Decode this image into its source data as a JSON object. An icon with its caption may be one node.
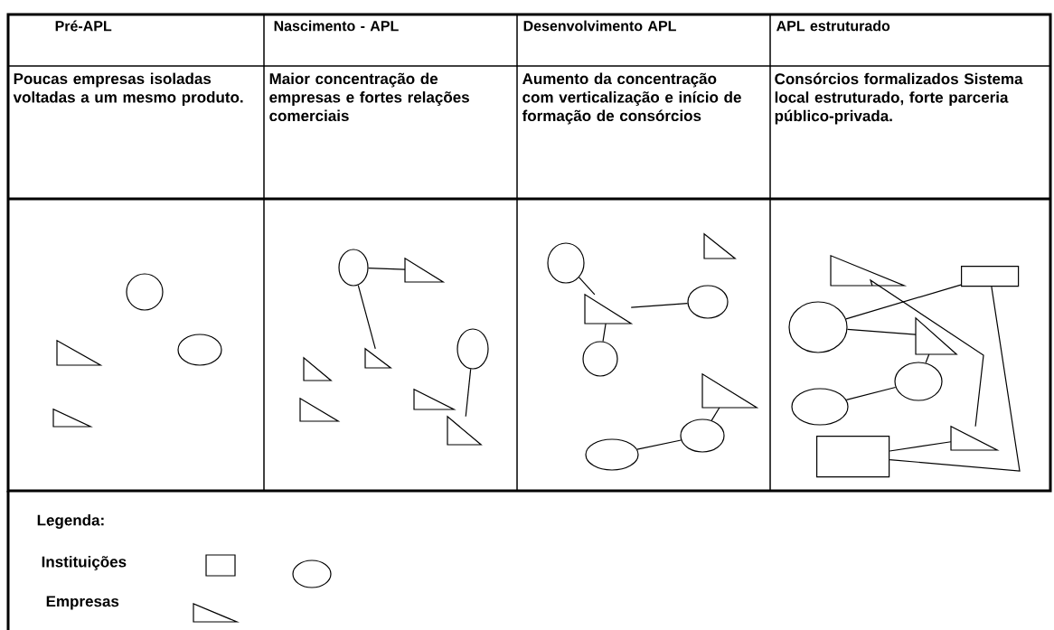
{
  "diagram": {
    "nodes": [
      {
        "text": [
          "Pré-APL"
        ]
      },
      {
        "text": [
          "Nascimento - APL"
        ]
      },
      {
        "text": [
          "Desenvolvimento APL"
        ]
      },
      {
        "text": [
          "APL estruturado"
        ]
      },
      {
        "text": [
          "Poucas empresas isoladas voltadas a um mesmo produto."
        ]
      },
      {
        "text": [
          "Maior concentração de empresas e fortes relações comerciais"
        ]
      },
      {
        "text": [
          "Aumento da concentração com verticalização e início de formação de consórcios"
        ]
      },
      {
        "text": [
          "Consórcios formalizados Sistema local estruturado, forte parceria público-privada."
        ]
      },
      {
        "text": [],
        "shape": "circle"
      },
      {
        "text": [],
        "shape": "circle"
      },
      {
        "text": [],
        "shape": "triangle"
      },
      {
        "text": [],
        "shape": "triangle"
      },
      {
        "text": [],
        "shape": "circle"
      },
      {
        "text": [],
        "shape": "triangle"
      },
      {
        "text": [],
        "shape": "circle"
      },
      {
        "text": [],
        "shape": "triangle"
      },
      {
        "text": [],
        "shape": "triangle"
      },
      {
        "text": [],
        "shape": "triangle"
      },
      {
        "text": [],
        "shape": "triangle"
      },
      {
        "text": [],
        "shape": "triangle"
      },
      {
        "text": [],
        "shape": "triangle"
      },
      {
        "text": [],
        "shape": "circle"
      },
      {
        "text": [],
        "shape": "circle"
      },
      {
        "text": [],
        "shape": "triangle"
      },
      {
        "text": [],
        "shape": "circle"
      },
      {
        "text": [],
        "shape": "triangle"
      },
      {
        "text": [],
        "shape": "circle"
      },
      {
        "text": [],
        "shape": "circle"
      },
      {
        "text": [],
        "shape": "triangle"
      },
      {
        "text": [],
        "shape": "box"
      },
      {
        "text": [],
        "shape": "circle"
      },
      {
        "text": [],
        "shape": "triangle"
      },
      {
        "text": [],
        "shape": "circle"
      },
      {
        "text": [],
        "shape": "circle"
      },
      {
        "text": [],
        "shape": "triangle"
      },
      {
        "text": [],
        "shape": "box"
      }
    ],
    "edges": [
      {
        "from": 12,
        "to": 13,
        "arrow": "none"
      },
      {
        "from": 12,
        "to": 15,
        "arrow": "none"
      },
      {
        "from": 14,
        "to": 19,
        "arrow": "none"
      },
      {
        "from": 21,
        "to": 23,
        "arrow": "none"
      },
      {
        "from": 23,
        "to": 24,
        "arrow": "none"
      },
      {
        "from": 23,
        "to": 22,
        "arrow": "none"
      },
      {
        "from": 25,
        "to": 26,
        "arrow": "none"
      },
      {
        "from": 26,
        "to": 27,
        "arrow": "none"
      },
      {
        "from": 30,
        "to": 29,
        "arrow": "none"
      },
      {
        "from": 30,
        "to": 31,
        "arrow": "none"
      },
      {
        "from": 32,
        "to": 31,
        "arrow": "none"
      },
      {
        "from": 33,
        "to": 32,
        "arrow": "none"
      },
      {
        "from": 35,
        "to": 34,
        "arrow": "none"
      },
      {
        "from": 28,
        "to": 34,
        "arrow": "none"
      },
      {
        "from": 29,
        "to": 35,
        "arrow": "none"
      }
    ],
    "labels": [
      "Legenda:"
    ],
    "legend": [
      {
        "text": "Instituições"
      },
      {
        "text": "Empresas"
      }
    ]
  }
}
